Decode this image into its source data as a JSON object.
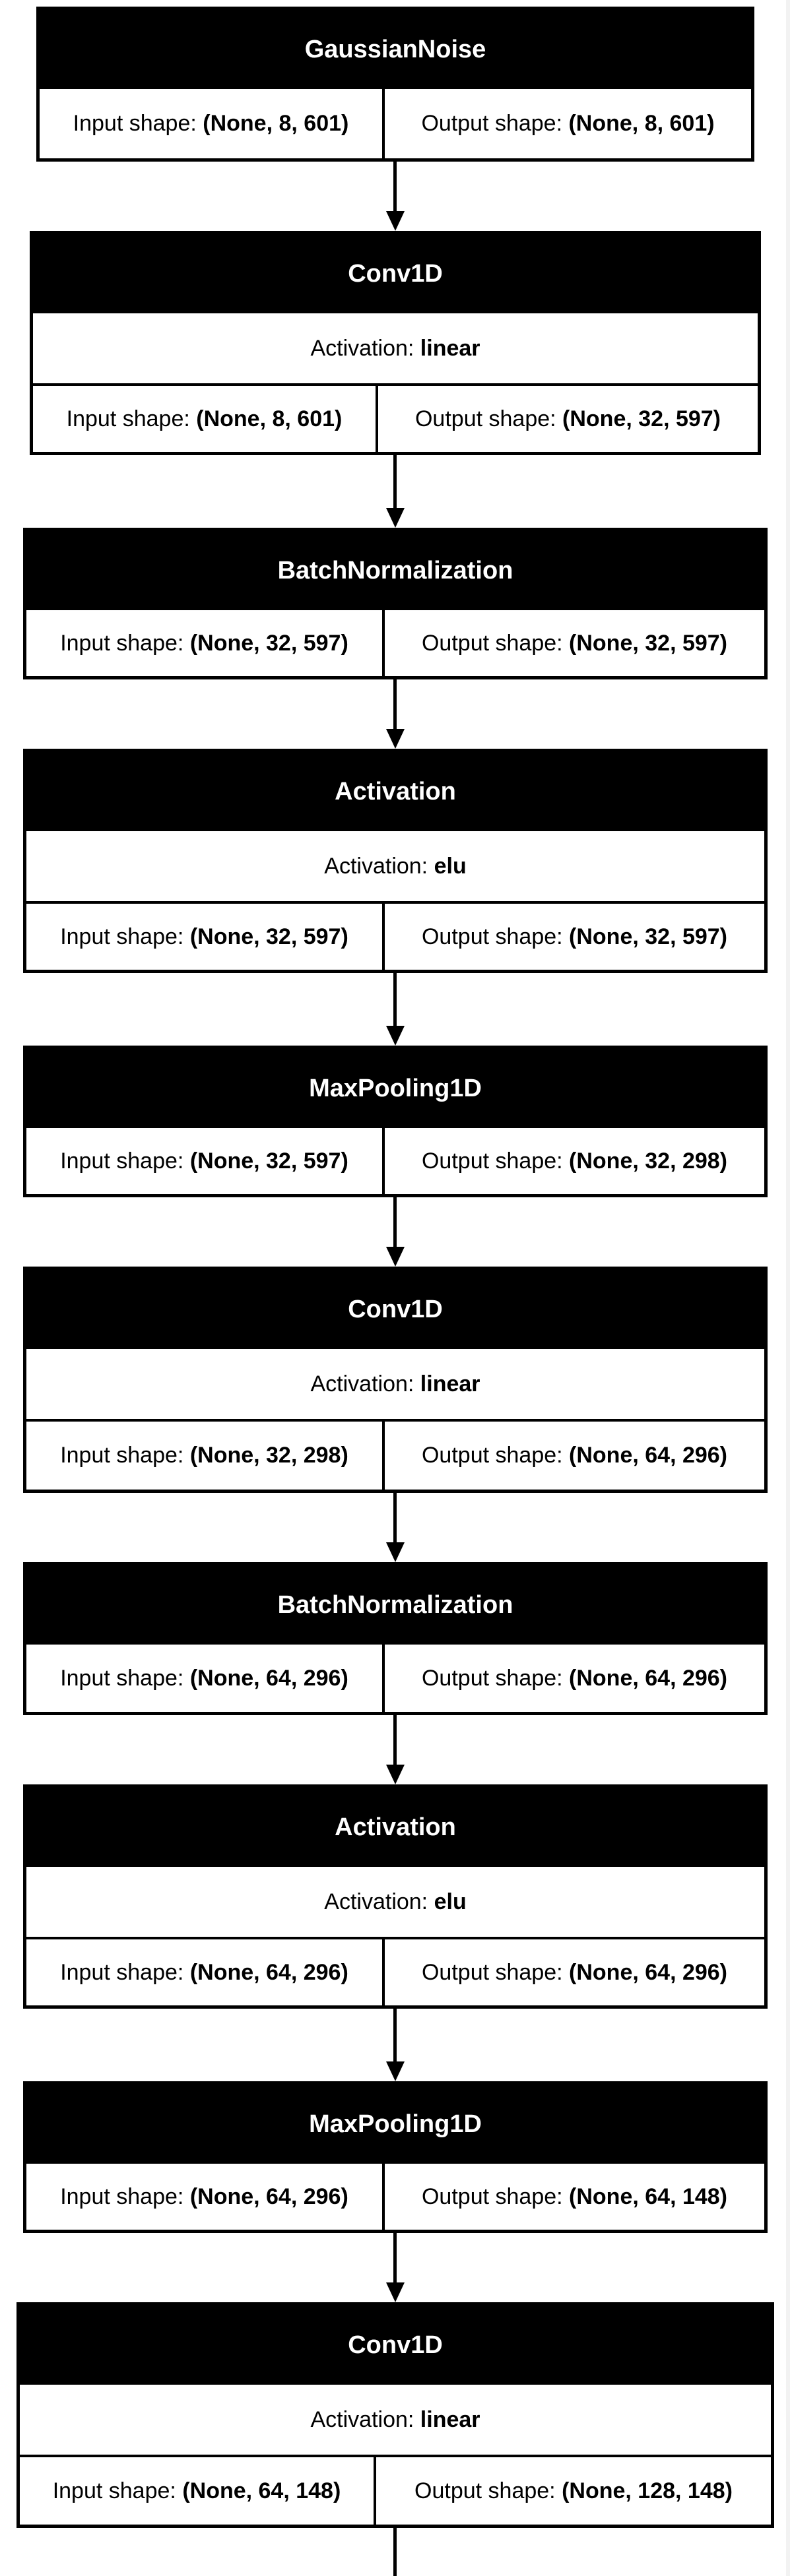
{
  "diagram": {
    "input_label": "Input shape:",
    "output_label": "Output shape:",
    "activation_label": "Activation:",
    "layers": [
      {
        "name": "GaussianNoise",
        "input_shape": "(None, 8, 601)",
        "output_shape": "(None, 8, 601)"
      },
      {
        "name": "Conv1D",
        "activation": "linear",
        "input_shape": "(None, 8, 601)",
        "output_shape": "(None, 32, 597)"
      },
      {
        "name": "BatchNormalization",
        "input_shape": "(None, 32, 597)",
        "output_shape": "(None, 32, 597)"
      },
      {
        "name": "Activation",
        "activation": "elu",
        "input_shape": "(None, 32, 597)",
        "output_shape": "(None, 32, 597)"
      },
      {
        "name": "MaxPooling1D",
        "input_shape": "(None, 32, 597)",
        "output_shape": "(None, 32, 298)"
      },
      {
        "name": "Conv1D",
        "activation": "linear",
        "input_shape": "(None, 32, 298)",
        "output_shape": "(None, 64, 296)"
      },
      {
        "name": "BatchNormalization",
        "input_shape": "(None, 64, 296)",
        "output_shape": "(None, 64, 296)"
      },
      {
        "name": "Activation",
        "activation": "elu",
        "input_shape": "(None, 64, 296)",
        "output_shape": "(None, 64, 296)"
      },
      {
        "name": "MaxPooling1D",
        "input_shape": "(None, 64, 296)",
        "output_shape": "(None, 64, 148)"
      },
      {
        "name": "Conv1D",
        "activation": "linear",
        "input_shape": "(None, 64, 148)",
        "output_shape": "(None, 128, 148)"
      }
    ]
  }
}
